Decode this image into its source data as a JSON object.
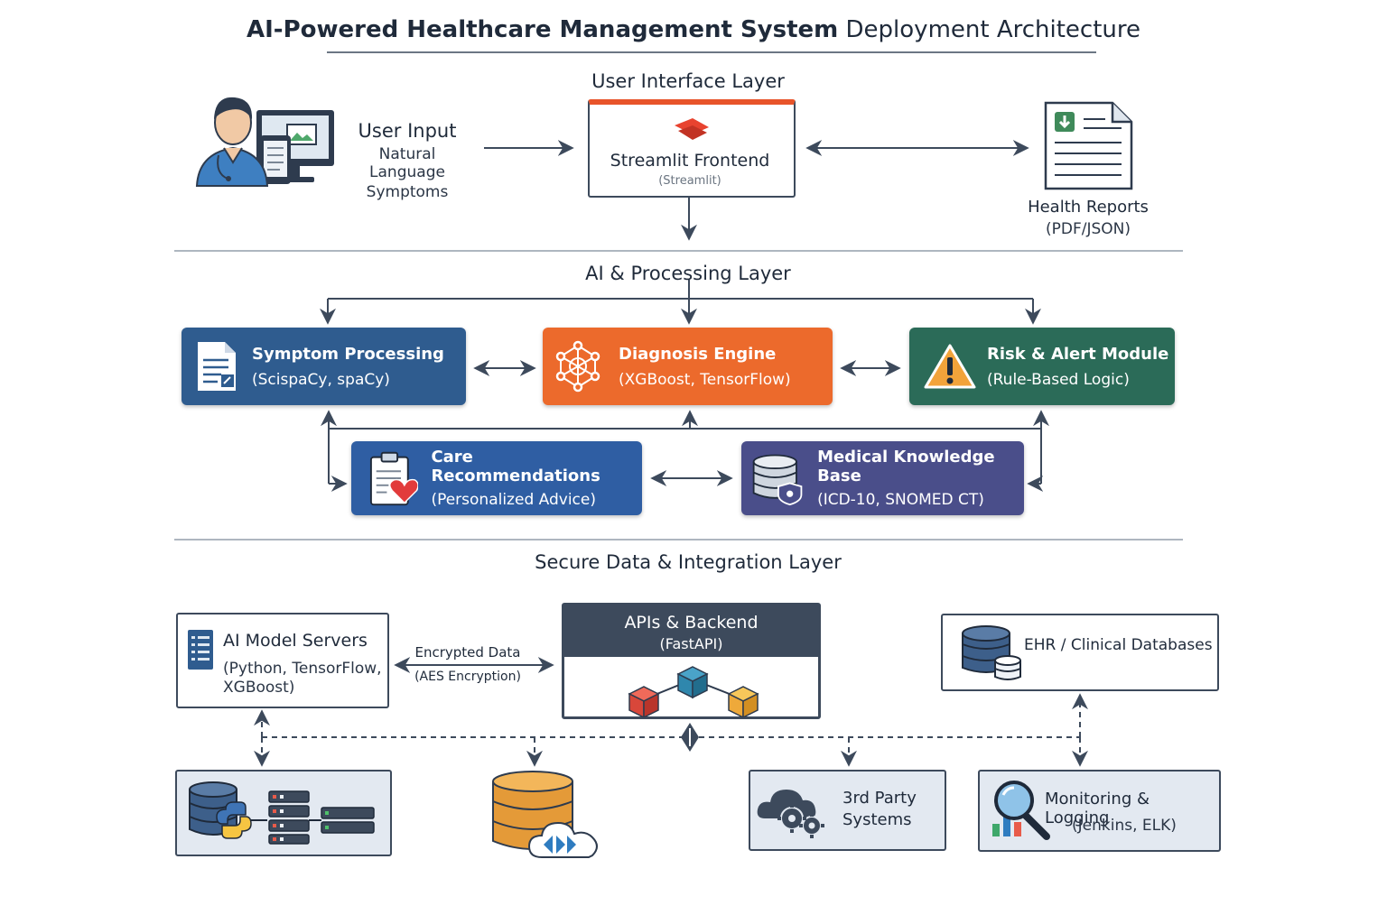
{
  "title": {
    "bold": "AI-Powered Healthcare Management System",
    "rest": "Deployment Architecture"
  },
  "ui_layer": {
    "title": "User Interface Layer",
    "user_input": {
      "title": "User Input",
      "line1": "Natural Language",
      "line2": "Symptoms"
    },
    "frontend": {
      "title": "Streamlit Frontend",
      "subtitle": "(Streamlit)",
      "accent": "#e8542a"
    },
    "reports": {
      "title": "Health Reports",
      "subtitle": "(PDF/JSON)"
    }
  },
  "ai_layer": {
    "title": "AI & Processing Layer",
    "symptom": {
      "title": "Symptom Processing",
      "subtitle": "(ScispaCy, spaCy)",
      "color": "#2f5c8f"
    },
    "diagnosis": {
      "title": "Diagnosis Engine",
      "subtitle": "(XGBoost, TensorFlow)",
      "color": "#ec6a2c"
    },
    "risk": {
      "title": "Risk & Alert Module",
      "subtitle": "(Rule-Based Logic)",
      "color": "#2b6b58"
    },
    "care": {
      "title": "Care Recommendations",
      "subtitle": "(Personalized Advice)",
      "color": "#2f5ea3"
    },
    "knowledge": {
      "title": "Medical Knowledge Base",
      "subtitle": "(ICD-10, SNOMED CT)",
      "color": "#4a4e8a"
    }
  },
  "data_layer": {
    "title": "Secure Data & Integration Layer",
    "model_servers": {
      "title": "AI Model Servers",
      "line1": "(Python, TensorFlow,",
      "line2": "XGBoost)"
    },
    "encrypted": {
      "line1": "Encrypted Data",
      "line2": "(AES Encryption)"
    },
    "apis": {
      "title": "APIs & Backend",
      "subtitle": "(FastAPI)"
    },
    "ehr": {
      "title": "EHR / Clinical Databases"
    },
    "third_party": {
      "line1": "3rd Party",
      "line2": "Systems"
    },
    "monitoring": {
      "title": "Monitoring & Logging",
      "subtitle": "(Jenkins, ELK)"
    }
  }
}
